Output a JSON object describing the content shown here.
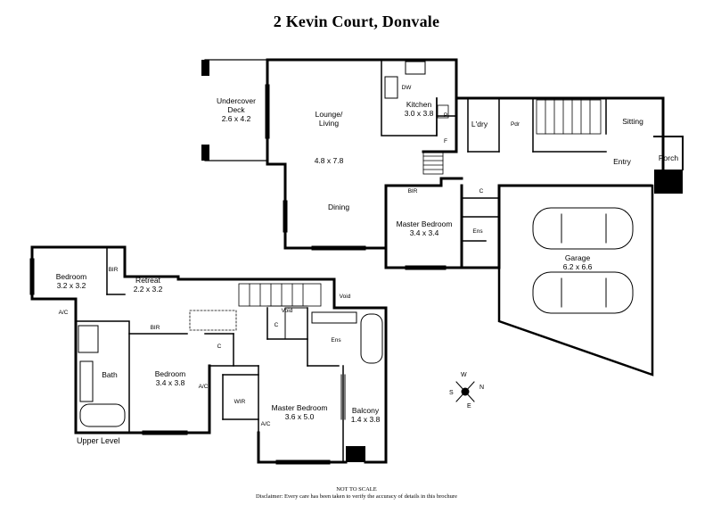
{
  "title": "2 Kevin Court, Donvale",
  "rooms": {
    "deck": {
      "name": "Undercover\nDeck",
      "size": "2.6 x 4.2"
    },
    "lounge": {
      "name": "Lounge/\nLiving",
      "size": "4.8 x 7.8"
    },
    "dining": {
      "name": "Dining"
    },
    "kitchen": {
      "name": "Kitchen",
      "size": "3.0 x 3.8"
    },
    "laundry": {
      "name": "L'dry"
    },
    "powder": {
      "name": "Pdr"
    },
    "sitting": {
      "name": "Sitting"
    },
    "entry": {
      "name": "Entry"
    },
    "porch": {
      "name": "Porch"
    },
    "master_ground": {
      "name": "Master Bedroom",
      "size": "3.4 x 3.4"
    },
    "garage": {
      "name": "Garage",
      "size": "6.2 x 6.6"
    },
    "bedroom1": {
      "name": "Bedroom",
      "size": "3.2 x 3.2"
    },
    "retreat": {
      "name": "Retreat",
      "size": "2.2 x 3.2"
    },
    "bath": {
      "name": "Bath"
    },
    "bedroom2": {
      "name": "Bedroom",
      "size": "3.4 x 3.8"
    },
    "master_upper": {
      "name": "Master Bedroom",
      "size": "3.6 x 5.0"
    },
    "balcony": {
      "name": "Balcony",
      "size": "1.4 x 3.8"
    }
  },
  "small_labels": {
    "dw": "DW",
    "p": "P",
    "f": "F",
    "bir1": "BIR",
    "c1": "C",
    "ens1": "Ens",
    "bir2": "BIR",
    "ac1": "A/C",
    "bir3": "BIR",
    "c2": "C",
    "void1": "Void",
    "void2": "Void",
    "c3": "C",
    "ens2": "Ens",
    "ac2": "A/C",
    "wir": "WIR",
    "ac3": "A/C"
  },
  "upper_level": "Upper Level",
  "compass": {
    "n": "N",
    "s": "S",
    "e": "E",
    "w": "W"
  },
  "footer": {
    "scale": "NOT TO SCALE",
    "disclaimer": "Disclaimer: Every care has been taken to verify the accuracy of details in this brochure"
  }
}
